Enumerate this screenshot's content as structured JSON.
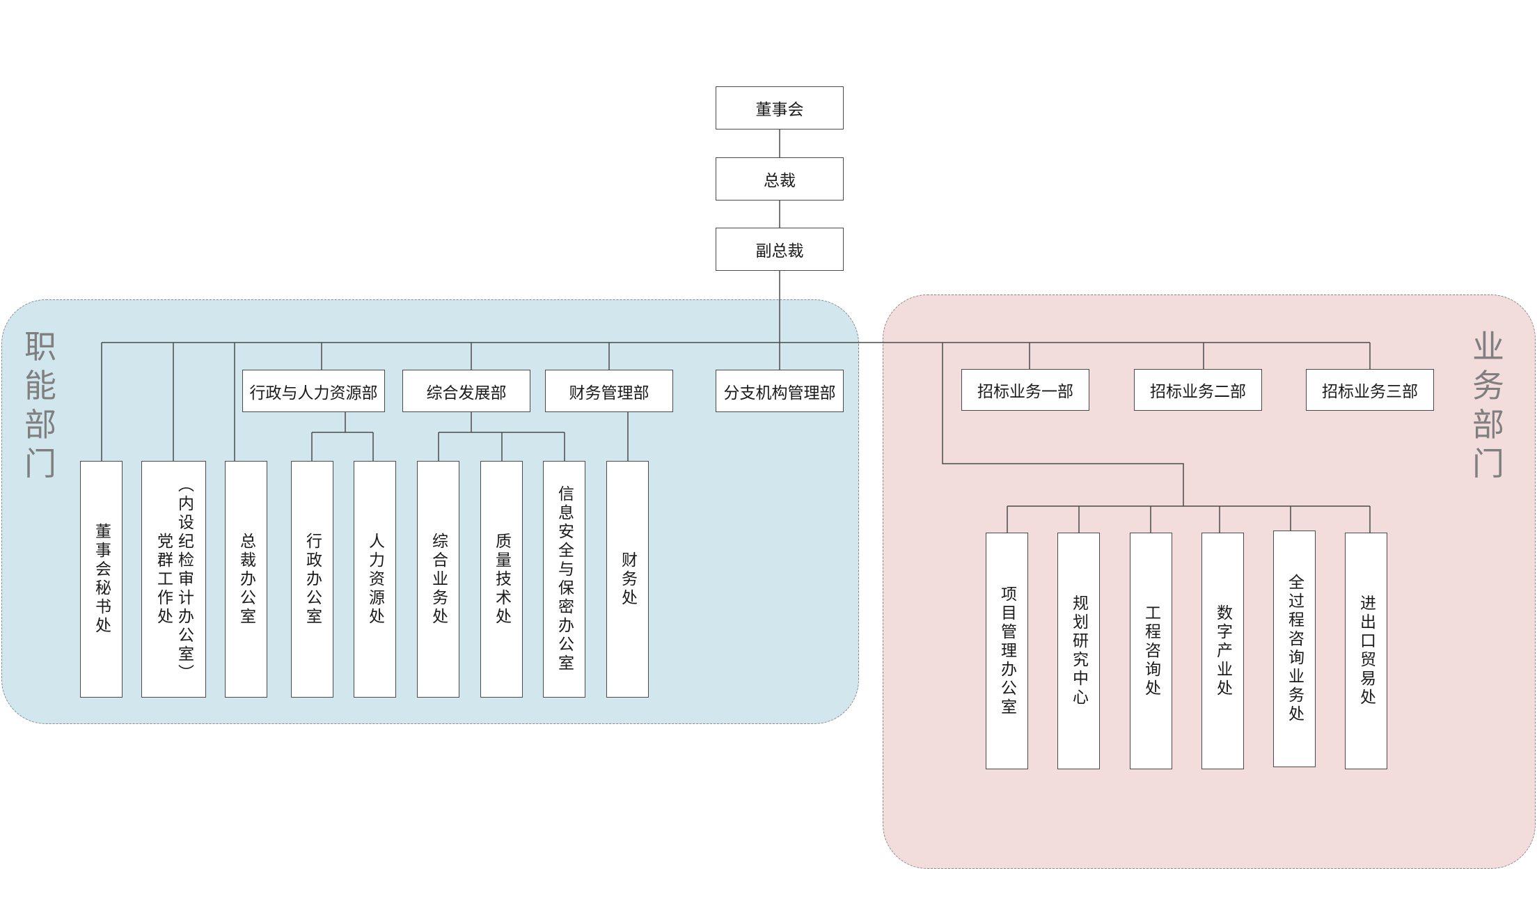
{
  "region_func": {
    "label": "职能部门"
  },
  "region_biz": {
    "label": "业务部门"
  },
  "top": {
    "board": "董事会",
    "president": "总裁",
    "vice_president": "副总裁"
  },
  "departments": {
    "admin_hr": "行政与人力资源部",
    "dev": "综合发展部",
    "finance": "财务管理部",
    "branch": "分支机构管理部",
    "bid1": "招标业务一部",
    "bid2": "招标业务二部",
    "bid3": "招标业务三部"
  },
  "func_units": {
    "board_secretary": "董事会秘书处",
    "party_line1": "党群工作处",
    "party_line2": "（内设纪检审计办公室）",
    "president_office": "总裁办公室",
    "admin_office": "行政办公室",
    "hr_office": "人力资源处",
    "general_business": "综合业务处",
    "quality_tech": "质量技术处",
    "info_security": "信息安全与保密办公室",
    "finance_office": "财务处"
  },
  "biz_units": {
    "project_mgmt": "项目管理办公室",
    "planning_research": "规划研究中心",
    "engineering_consult": "工程咨询处",
    "digital_industry": "数字产业处",
    "whole_process": "全过程咨询业务处",
    "import_export": "进出口贸易处"
  },
  "colors": {
    "func_region": "#d2e6ee",
    "biz_region": "#f2dcdc",
    "line": "#4a4a4a",
    "region_label": "#7f7f7f"
  }
}
